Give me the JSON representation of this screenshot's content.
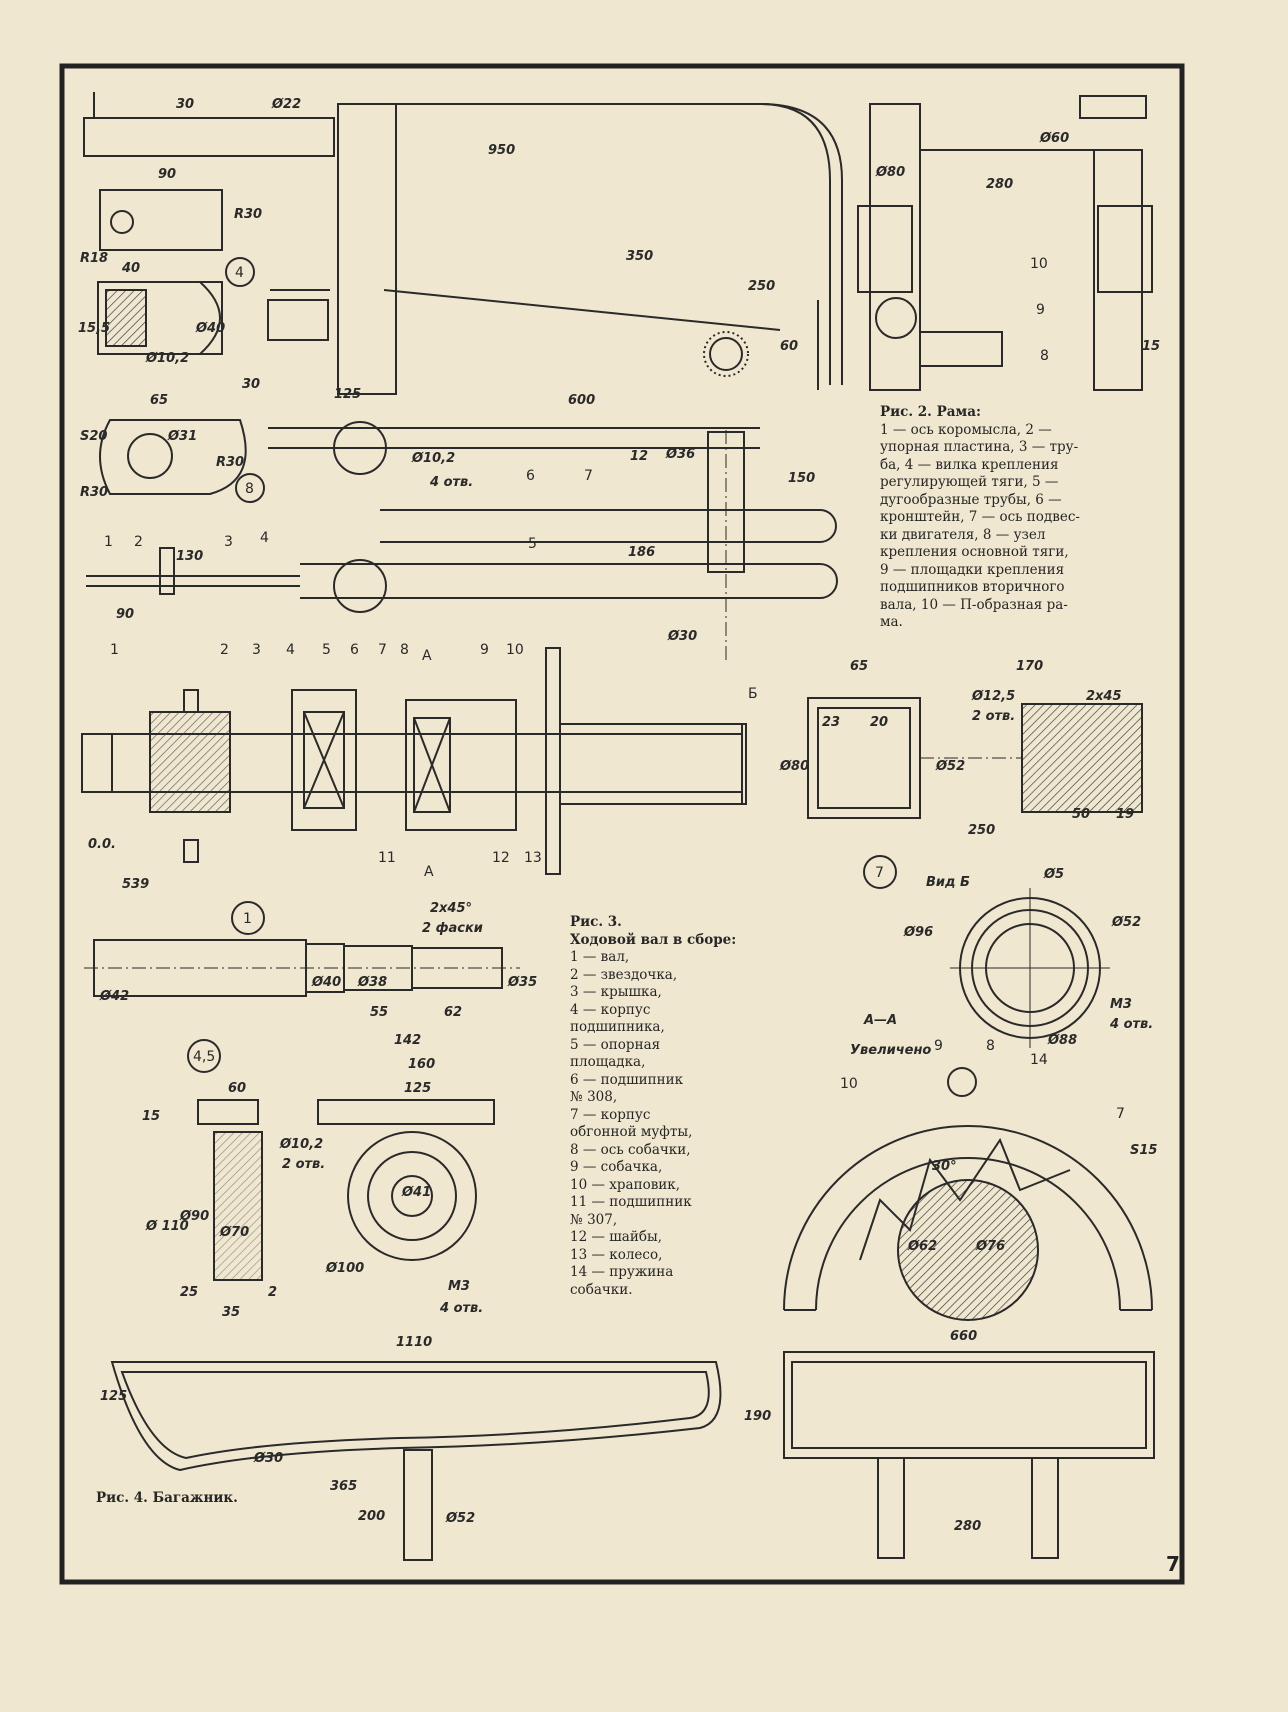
{
  "page_number": "7",
  "fig2_caption": {
    "title": "Рис. 2. Рама:",
    "lines": [
      "1 — ось коромысла, 2 —",
      "упорная пластина, 3 — тру-",
      "ба, 4 — вилка крепления",
      "регулирующей тяги, 5 —",
      "дугообразные трубы, 6 —",
      "кронштейн, 7 — ось подвес-",
      "ки двигателя, 8 — узел",
      "крепления основной тяги,",
      "9 — площадки крепления",
      "подшипников вторичного",
      "вала, 10 — П-образная ра-",
      "ма."
    ]
  },
  "fig3_caption": {
    "title": "Рис. 3.",
    "subtitle": "Ходовой вал в сборе:",
    "lines": [
      "1 — вал,",
      "2 — звездочка,",
      "3 — крышка,",
      "4 — корпус",
      "подшипника,",
      "5 — опорная",
      "площадка,",
      "6 — подшипник",
      "№ 308,",
      "7 — корпус",
      "обгонной муфты,",
      "8 — ось собачки,",
      "9 — собачка,",
      "10 — храповик,",
      "11 — подшипник",
      "№ 307,",
      "12 — шайбы,",
      "13 — колесо,",
      "14 — пружина",
      "собачки."
    ]
  },
  "fig4_caption": "Рис. 4. Багажник.",
  "section_labels": {
    "view_b": "Вид Б",
    "section_aa": "А—А",
    "enlarged": "Увеличено",
    "a": "А",
    "b": "Б",
    "oo": "0.0."
  },
  "detail_markers": [
    "4",
    "8",
    "1",
    "4,5",
    "7"
  ],
  "frame_dims": {
    "d30": "30",
    "d22": "Ø22",
    "d950": "950",
    "d90": "90",
    "r30": "R30",
    "r18": "R18",
    "d40": "40",
    "d15_5": "15,5",
    "dia40": "Ø40",
    "dia10_2": "Ø10,2",
    "d350": "350",
    "d250": "250",
    "d60": "60",
    "d30b": "30",
    "d125": "125",
    "d600": "600",
    "d65": "65",
    "s20": "S20",
    "dia31": "Ø31",
    "r30b": "R30",
    "r30c": "R30",
    "dia10_2b": "Ø10,2",
    "holes4": "4 отв.",
    "d12": "12",
    "dia36": "Ø36",
    "d150": "150",
    "d186": "186",
    "d130": "130",
    "d90b": "90",
    "dia30": "Ø30",
    "dia60": "Ø60",
    "dia80": "Ø80",
    "d280": "280",
    "d15": "15"
  },
  "frame_part_numbers": [
    "1",
    "2",
    "3",
    "4",
    "5",
    "6",
    "7",
    "8",
    "9",
    "10",
    "8",
    "9"
  ],
  "shaft_part_numbers": [
    "1",
    "2",
    "3",
    "4",
    "5",
    "6",
    "7",
    "8",
    "9",
    "10",
    "11",
    "12",
    "13"
  ],
  "shaft_dims": {
    "d539": "539",
    "chamfer": "2x45°",
    "chamfer2": "2 фаски",
    "dia42": "Ø42",
    "dia40": "Ø40",
    "dia38": "Ø38",
    "dia35": "Ø35",
    "d55": "55",
    "d62": "62",
    "d142": "142"
  },
  "part7_dims": {
    "d65": "65",
    "d170": "170",
    "dia12_5": "Ø12,5",
    "holes2": "2 отв.",
    "chamfer": "2x45",
    "d23": "23",
    "d20": "20",
    "dia80": "Ø80",
    "dia52": "Ø52",
    "d50": "50",
    "d19": "19",
    "d250": "250"
  },
  "view_b_dims": {
    "dia5": "Ø5",
    "dia96": "Ø96",
    "dia52": "Ø52",
    "m3": "М3",
    "holes4": "4 отв.",
    "dia88": "Ø88"
  },
  "section_dims": {
    "n9": "9",
    "n8": "8",
    "n14": "14",
    "n10": "10",
    "n7": "7",
    "s15": "S15",
    "ang30": "30°",
    "dia62": "Ø62",
    "dia76": "Ø76"
  },
  "part45_dims": {
    "d60": "60",
    "d15": "15",
    "dia110": "Ø 110",
    "dia90": "Ø90",
    "dia70": "Ø70",
    "d25": "25",
    "d35": "35",
    "d2": "2",
    "d160": "160",
    "d125": "125",
    "dia10_2": "Ø10,2",
    "holes2": "2 отв.",
    "dia41": "Ø41",
    "dia100": "Ø100",
    "m3": "М3",
    "holes4": "4 отв."
  },
  "rack_dims": {
    "d1110": "1110",
    "d125": "125",
    "d190": "190",
    "dia30": "Ø30",
    "d365": "365",
    "d200": "200",
    "dia52": "Ø52",
    "d660": "660",
    "d280": "280"
  }
}
